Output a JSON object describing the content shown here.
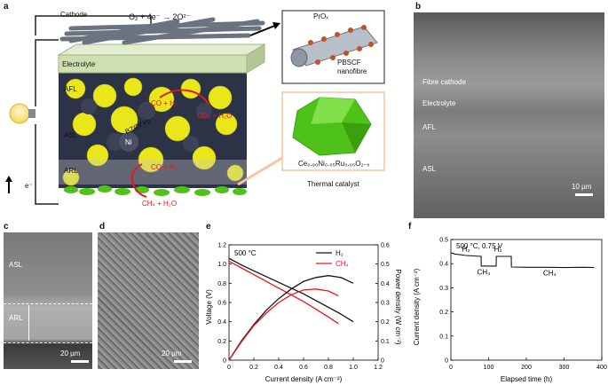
{
  "panels": {
    "a": "a",
    "b": "b",
    "c": "c",
    "d": "d",
    "e": "e",
    "f": "f"
  },
  "schematic": {
    "cathode": "Cathode",
    "reaction": "O₂ + 4e⁻ → 2O²⁻",
    "electrolyte": "Electrolyte",
    "afl": "AFL",
    "asl": "ASL",
    "arl": "ARL",
    "electron": "e⁻",
    "bzcyyb": "BZCYYb",
    "ni": "Ni",
    "rxn_h2": "CO + H₂",
    "rxn_co2": "CO₂ + H₂O",
    "rxn_co": "CO + H₂",
    "rxn_ch4": "CH₄ + H₂O",
    "prox": "PrOₓ",
    "pbscf": "PBSCF",
    "nanofibre": "nanofibre",
    "catalyst_formula": "Ce₀.₉₀Ni₀.₀₅Ru₀.₀₅O₂₋ₓ",
    "catalyst_label": "Thermal catalyst"
  },
  "sem_b": {
    "fibre_cathode": "Fibre cathode",
    "electrolyte": "Electrolyte",
    "afl": "AFL",
    "asl": "ASL",
    "scale": "10 µm"
  },
  "sem_c": {
    "asl": "ASL",
    "arl": "ARL",
    "scale": "20 µm"
  },
  "sem_d": {
    "scale": "20 µm"
  },
  "colors": {
    "h2": "#111111",
    "ch4": "#e8161b",
    "catalyst": "#4fc21a",
    "electrolyte": "#cfe0b0",
    "particles": "#e9e61a"
  },
  "chart_data": [
    {
      "panel": "e",
      "type": "line",
      "annotation": "500 °C",
      "xlabel": "Current density (A cm⁻²)",
      "ylabel": "Voltage (V)",
      "y2label": "Power density (W cm⁻²)",
      "xlim": [
        0,
        1.2
      ],
      "ylim": [
        0,
        1.2
      ],
      "y2lim": [
        0,
        0.6
      ],
      "xticks": [
        "0",
        "0.2",
        "0.4",
        "0.6",
        "0.8",
        "1.0",
        "1.2"
      ],
      "yticks": [
        "0",
        "0.2",
        "0.4",
        "0.6",
        "0.8",
        "1.0",
        "1.2"
      ],
      "y2ticks": [
        "0",
        "0.1",
        "0.2",
        "0.3",
        "0.4",
        "0.5",
        "0.6"
      ],
      "series": [
        {
          "name": "H₂",
          "axis": "voltage",
          "x": [
            0,
            0.1,
            0.2,
            0.3,
            0.4,
            0.5,
            0.6,
            0.7,
            0.8,
            0.9,
            1.0
          ],
          "y": [
            1.06,
            0.99,
            0.93,
            0.87,
            0.81,
            0.75,
            0.69,
            0.62,
            0.55,
            0.48,
            0.4
          ]
        },
        {
          "name": "CH₄",
          "axis": "voltage",
          "x": [
            0,
            0.1,
            0.2,
            0.3,
            0.4,
            0.5,
            0.6,
            0.7,
            0.8,
            0.88
          ],
          "y": [
            1.03,
            0.96,
            0.89,
            0.82,
            0.75,
            0.68,
            0.61,
            0.53,
            0.45,
            0.38
          ]
        },
        {
          "name": "H₂",
          "axis": "power",
          "x": [
            0,
            0.1,
            0.2,
            0.3,
            0.4,
            0.5,
            0.6,
            0.7,
            0.8,
            0.9,
            1.0
          ],
          "y": [
            0,
            0.1,
            0.185,
            0.26,
            0.32,
            0.37,
            0.41,
            0.43,
            0.44,
            0.43,
            0.4
          ]
        },
        {
          "name": "CH₄",
          "axis": "power",
          "x": [
            0,
            0.1,
            0.2,
            0.3,
            0.4,
            0.5,
            0.6,
            0.7,
            0.8,
            0.88
          ],
          "y": [
            0,
            0.095,
            0.18,
            0.245,
            0.3,
            0.34,
            0.365,
            0.37,
            0.36,
            0.335
          ]
        }
      ]
    },
    {
      "panel": "f",
      "type": "line",
      "annotation": "500 °C, 0.75 V",
      "xlabel": "Elapsed time (h)",
      "ylabel": "Current density (A cm⁻²)",
      "xlim": [
        0,
        400
      ],
      "ylim": [
        0,
        0.5
      ],
      "xticks": [
        "0",
        "100",
        "200",
        "300",
        "400"
      ],
      "yticks": [
        "0",
        "0.1",
        "0.2",
        "0.3",
        "0.4",
        "0.5"
      ],
      "segment_labels": [
        "H₂",
        "CH₄",
        "H₂",
        "CH₄"
      ],
      "series": [
        {
          "x": [
            0,
            10,
            40,
            80,
            80.5,
            100,
            120,
            120.5,
            160,
            160.5,
            200,
            250,
            300,
            350,
            380
          ],
          "y": [
            0.445,
            0.44,
            0.434,
            0.43,
            0.39,
            0.39,
            0.39,
            0.43,
            0.43,
            0.386,
            0.385,
            0.385,
            0.384,
            0.385,
            0.384
          ]
        }
      ]
    }
  ]
}
